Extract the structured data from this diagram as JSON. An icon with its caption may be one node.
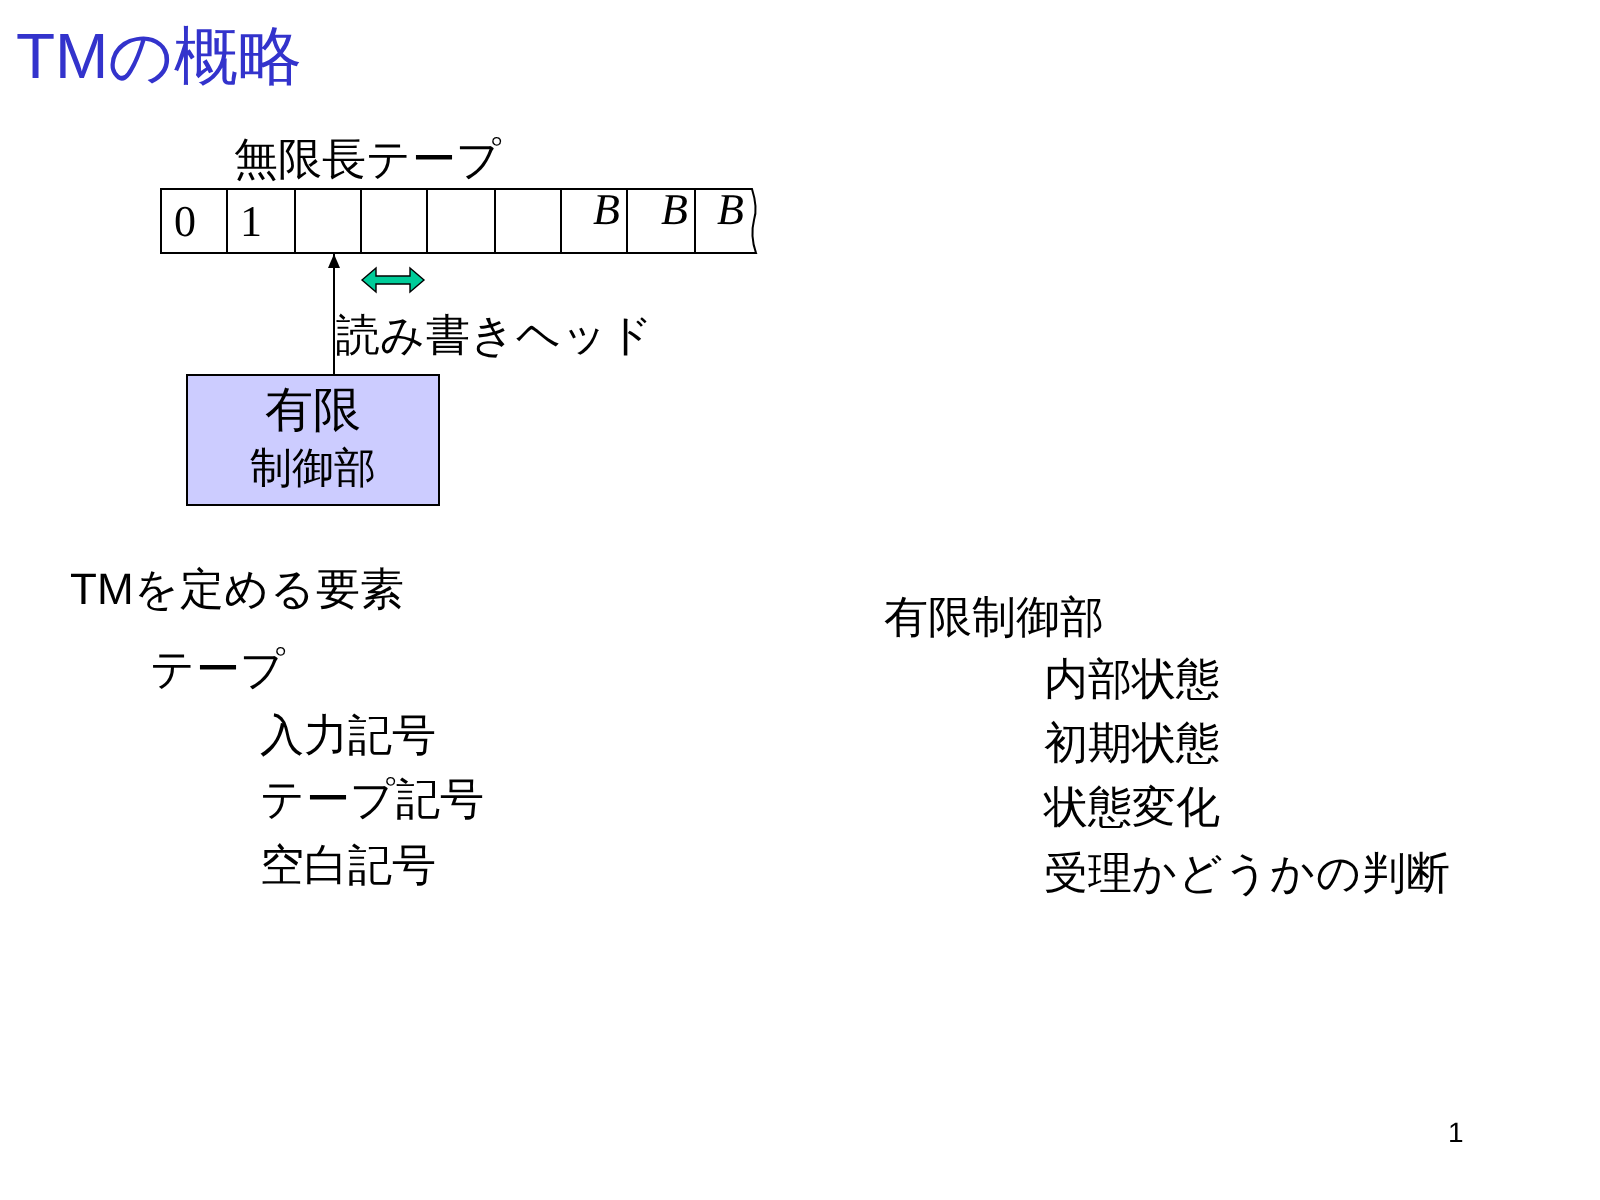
{
  "diagram": {
    "title": "TMの概略",
    "nodes": [
      {
        "text": [
          "無限長テープ"
        ]
      },
      {
        "text": [
          "0"
        ],
        "in": 0
      },
      {
        "text": [
          "1"
        ],
        "in": 0
      },
      {
        "text": [],
        "shape": "box",
        "in": 0
      },
      {
        "text": [],
        "shape": "box",
        "in": 0
      },
      {
        "text": [],
        "shape": "box",
        "in": 0
      },
      {
        "text": [],
        "shape": "box",
        "in": 0
      },
      {
        "text": [
          "B"
        ],
        "in": 0
      },
      {
        "text": [
          "B"
        ],
        "in": 0
      },
      {
        "text": [
          "B"
        ],
        "in": 0
      },
      {
        "text": [
          "有限",
          "制御部"
        ]
      }
    ],
    "edges": [
      {
        "from": 10,
        "to": 3,
        "arrow": "to",
        "label": "読み書きヘッド"
      }
    ],
    "labels": [
      "TMを定める要素",
      "テープ",
      "入力記号",
      "テープ記号",
      "空白記号",
      "有限制御部",
      "内部状態",
      "初期状態",
      "状態変化",
      "受理かどうかの判断",
      "1"
    ]
  }
}
